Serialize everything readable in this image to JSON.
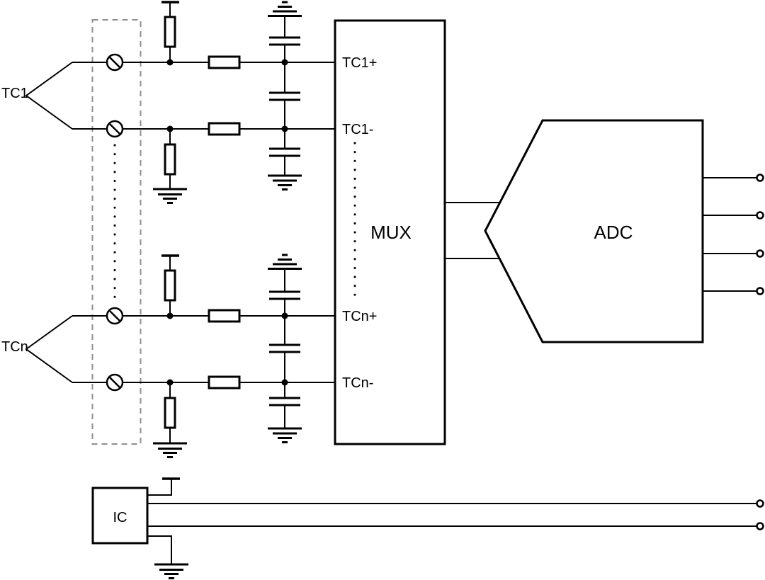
{
  "schematic": {
    "thermocouples": [
      {
        "label": "TC1"
      },
      {
        "label": "TCn"
      }
    ],
    "mux": {
      "label": "MUX",
      "pins": [
        {
          "label": "TC1+"
        },
        {
          "label": "TC1-"
        },
        {
          "label": "TCn+"
        },
        {
          "label": "TCn-"
        }
      ]
    },
    "adc": {
      "label": "ADC",
      "output_count": 4
    },
    "ic": {
      "label": "IC",
      "output_count": 2
    },
    "colors": {
      "line": "#000000",
      "background": "#ffffff",
      "dashed_box": "#8f8f8f"
    }
  }
}
